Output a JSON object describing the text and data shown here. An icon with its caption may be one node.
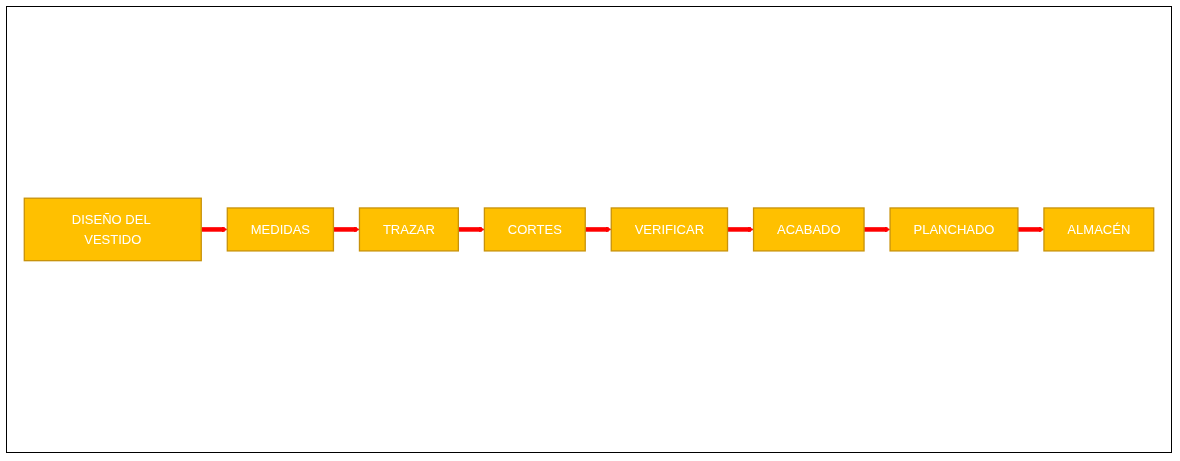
{
  "diagram": {
    "nodes": [
      {
        "text": [
          "DISEÑO DEL VESTIDO"
        ]
      },
      {
        "text": [
          "MEDIDAS"
        ]
      },
      {
        "text": [
          "TRAZAR"
        ]
      },
      {
        "text": [
          "CORTES"
        ]
      },
      {
        "text": [
          "VERIFICAR"
        ]
      },
      {
        "text": [
          "ACABADO"
        ]
      },
      {
        "text": [
          "PLANCHADO"
        ]
      },
      {
        "text": [
          "ALMACÉN"
        ]
      }
    ],
    "edges": [
      {
        "from": 0,
        "to": 1,
        "arrow": "to"
      },
      {
        "from": 1,
        "to": 2,
        "arrow": "to"
      },
      {
        "from": 2,
        "to": 3,
        "arrow": "to"
      },
      {
        "from": 3,
        "to": 4,
        "arrow": "to"
      },
      {
        "from": 4,
        "to": 5,
        "arrow": "to"
      },
      {
        "from": 5,
        "to": 6,
        "arrow": "to"
      },
      {
        "from": 6,
        "to": 7,
        "arrow": "to"
      }
    ]
  }
}
